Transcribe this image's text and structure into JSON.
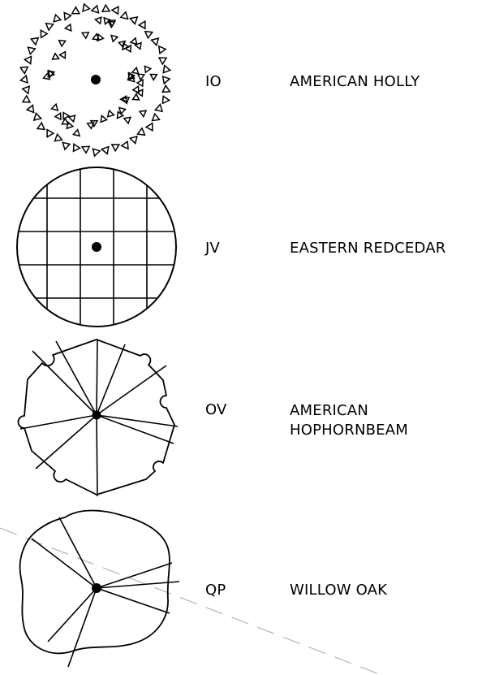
{
  "legend": {
    "items": [
      {
        "code": "IO",
        "name": "AMERICAN HOLLY",
        "symbol": "holly-triangles-symbol"
      },
      {
        "code": "JV",
        "name": "EASTERN REDCEDAR",
        "symbol": "grid-circle-symbol"
      },
      {
        "code": "OV",
        "name": "AMERICAN\nHOPHORNBEAM",
        "symbol": "notched-octagon-symbol"
      },
      {
        "code": "QP",
        "name": "WILLOW OAK",
        "symbol": "wavy-radial-symbol"
      }
    ]
  },
  "colors": {
    "ink": "#000000",
    "guide_line": "#b3b3b3"
  }
}
